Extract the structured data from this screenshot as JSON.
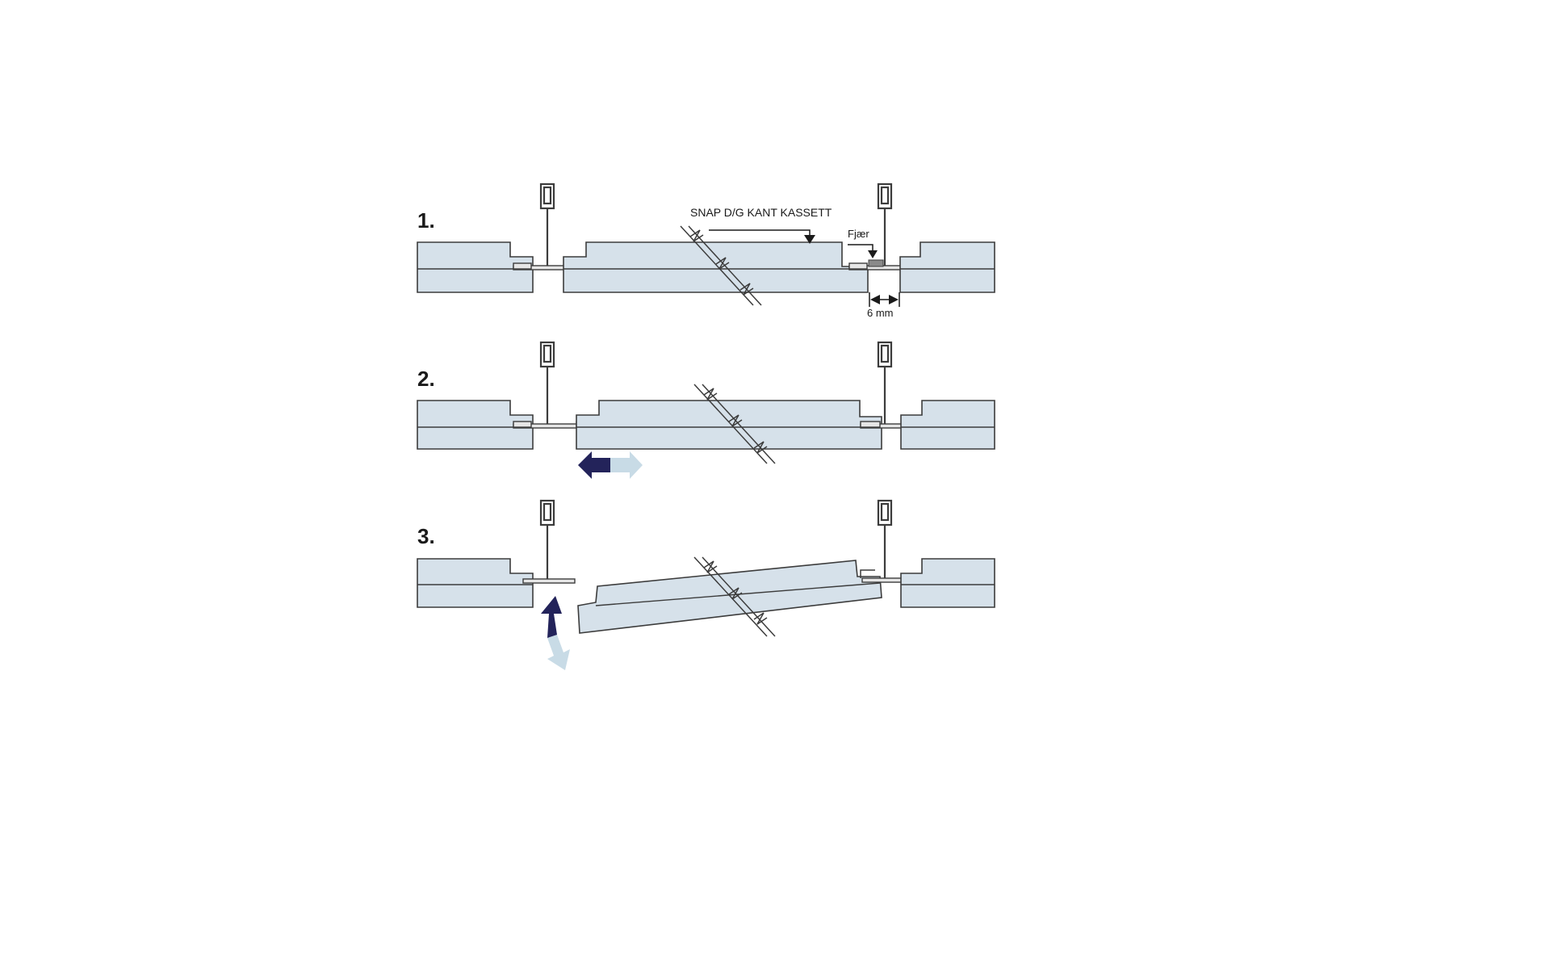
{
  "steps": [
    {
      "label": "1."
    },
    {
      "label": "2."
    },
    {
      "label": "3."
    }
  ],
  "annotations": {
    "product_label": "SNAP D/G KANT KASSETT",
    "spring_label": "Fjær",
    "gap_label": "6 mm"
  },
  "colors": {
    "panel": "#d6e1ea",
    "line": "#3c3c3c",
    "grid": "#e6e6e6",
    "arrow_dark": "#23235a",
    "arrow_light": "#c8dbe6"
  }
}
